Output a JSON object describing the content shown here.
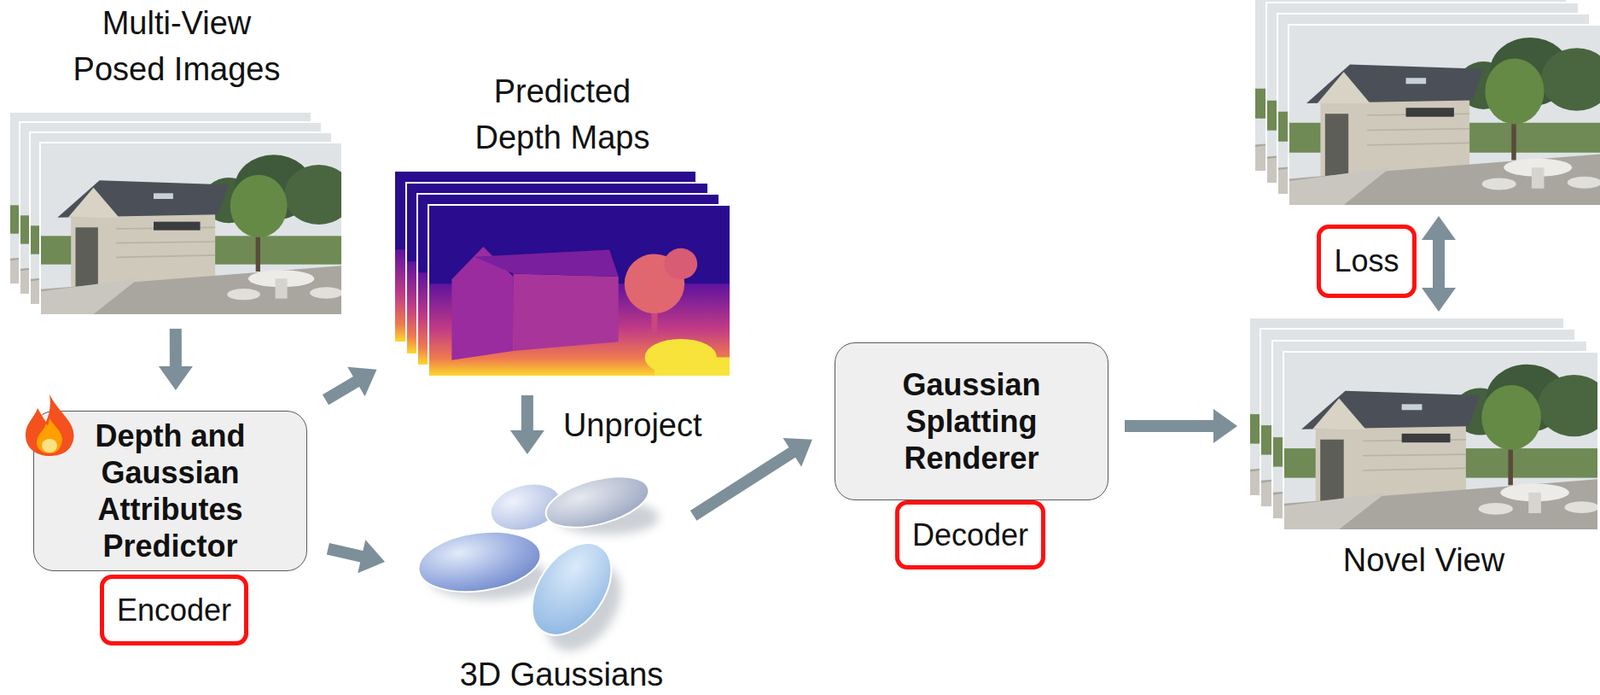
{
  "diagram": {
    "nodes": [
      {
        "text": [
          "Multi-View Posed Images"
        ]
      },
      {
        "text": [
          "Depth and Gaussian Attributes Predictor"
        ]
      },
      {
        "text": [
          "Encoder"
        ]
      },
      {
        "text": [
          "Predicted Depth Maps"
        ]
      },
      {
        "text": [
          "3D Gaussians"
        ]
      },
      {
        "text": [
          "Gaussian Splatting Renderer"
        ]
      },
      {
        "text": [
          "Decoder"
        ]
      },
      {
        "text": [
          "Novel View"
        ]
      },
      {
        "text": [
          "Loss"
        ]
      }
    ],
    "edges": [
      {
        "from": 0,
        "to": 1,
        "arrow": "to"
      },
      {
        "from": 1,
        "to": 3,
        "arrow": "to"
      },
      {
        "from": 1,
        "to": 4,
        "arrow": "to"
      },
      {
        "from": 3,
        "to": 4,
        "label": "Unproject",
        "arrow": "to"
      },
      {
        "from": 4,
        "to": 5,
        "arrow": "to"
      },
      {
        "from": 5,
        "to": 7,
        "arrow": "to"
      }
    ]
  }
}
